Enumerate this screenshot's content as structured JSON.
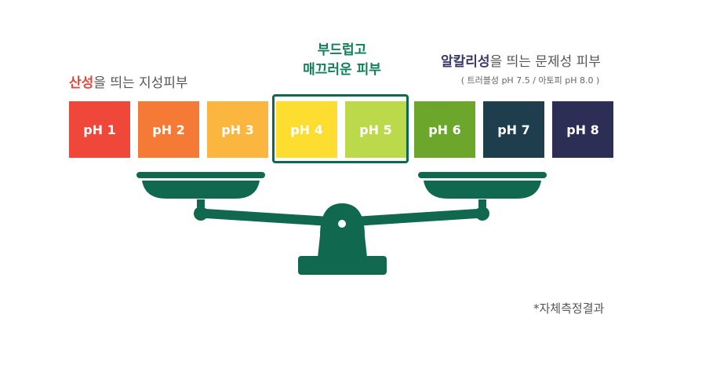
{
  "labels": {
    "acidic_highlight": "산성",
    "acidic_rest": "을 띄는 지성피부",
    "neutral_line1": "부드럽고",
    "neutral_line2": "매끄러운 피부",
    "alkaline_highlight": "알칼리성",
    "alkaline_rest": "을 띄는 문제성 피부",
    "alkaline_sub": "( 트러블성 pH 7.5 / 아토피 pH 8.0 )"
  },
  "ph_boxes": [
    {
      "label": "pH 1",
      "color": "#f0473b"
    },
    {
      "label": "pH 2",
      "color": "#f47a36"
    },
    {
      "label": "pH 3",
      "color": "#fbb640"
    },
    {
      "label": "pH 4",
      "color": "#fddd2f"
    },
    {
      "label": "pH 5",
      "color": "#bcd94c"
    },
    {
      "label": "pH 6",
      "color": "#6ca62b"
    },
    {
      "label": "pH 7",
      "color": "#1e3d4d"
    },
    {
      "label": "pH 8",
      "color": "#2d2e55"
    }
  ],
  "highlight_color": "#10684f",
  "scale_color": "#10684f",
  "footnote": "*자체측정결과"
}
